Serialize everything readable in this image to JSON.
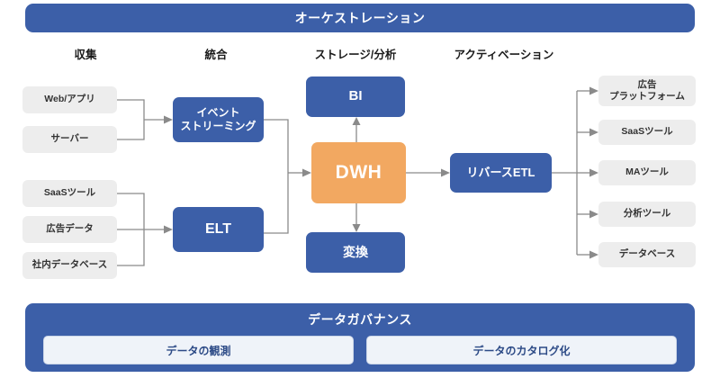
{
  "diagram": {
    "title_banner": "オーケストレーション",
    "columns": [
      {
        "label": "収集"
      },
      {
        "label": "統合"
      },
      {
        "label": "ストレージ/分析"
      },
      {
        "label": "アクティベーション"
      }
    ],
    "sources_group_a": [
      {
        "label": "Web/アプリ"
      },
      {
        "label": "サーバー"
      }
    ],
    "sources_group_b": [
      {
        "label": "SaaSツール"
      },
      {
        "label": "広告データ"
      },
      {
        "label": "社内データベース"
      }
    ],
    "integration": {
      "event_streaming_line1": "イベント",
      "event_streaming_line2": "ストリーミング",
      "elt": "ELT"
    },
    "storage": {
      "bi": "BI",
      "dwh": "DWH",
      "transform": "変換"
    },
    "activation": {
      "reverse_etl": "リバースETL",
      "targets": [
        {
          "line1": "広告",
          "line2": "プラットフォーム"
        },
        {
          "line1": "SaaSツール",
          "line2": ""
        },
        {
          "line1": "MAツール",
          "line2": ""
        },
        {
          "line1": "分析ツール",
          "line2": ""
        },
        {
          "line1": "データベース",
          "line2": ""
        }
      ]
    },
    "governance": {
      "title": "データガバナンス",
      "items": [
        {
          "label": "データの観測"
        },
        {
          "label": "データのカタログ化"
        }
      ]
    },
    "colors": {
      "blue": "#3C5FA8",
      "orange": "#F2A861",
      "grey_box": "#EDEDED",
      "connector": "#8a8a8a",
      "gov_subbox": "#EFF3F9"
    }
  }
}
